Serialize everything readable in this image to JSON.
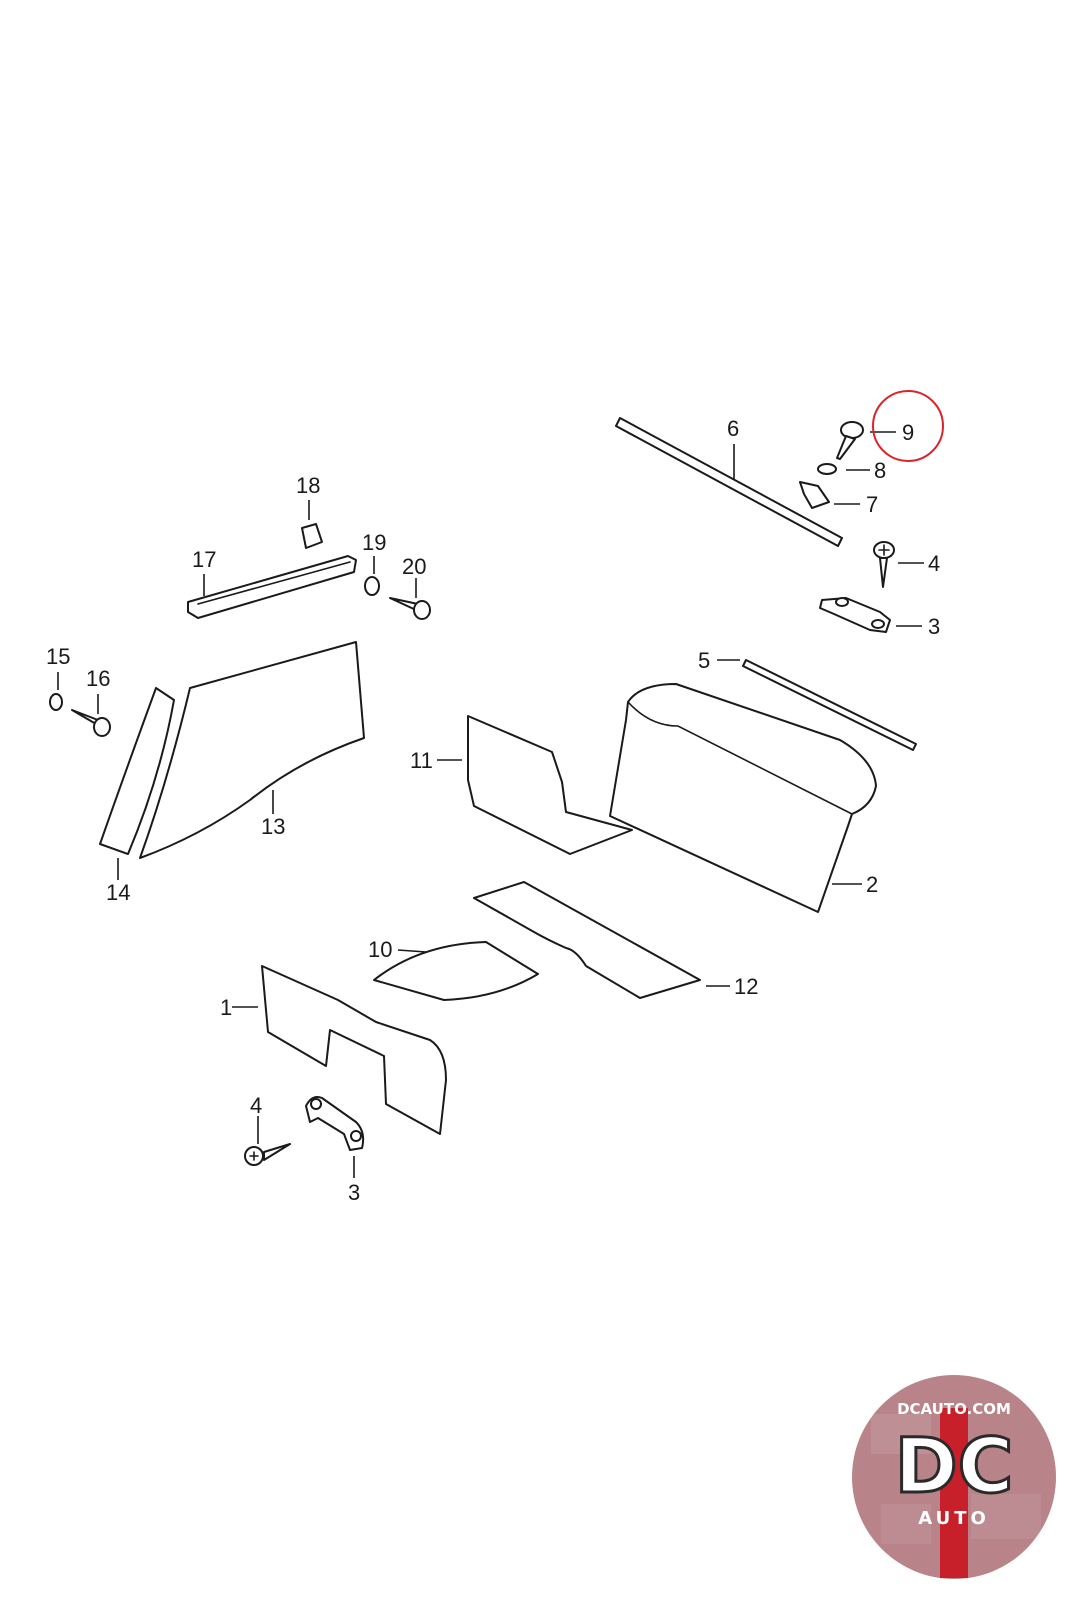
{
  "parts": [
    {
      "id": "label-1",
      "text": "1"
    },
    {
      "id": "label-2",
      "text": "2"
    },
    {
      "id": "label-3a",
      "text": "3"
    },
    {
      "id": "label-3b",
      "text": "3"
    },
    {
      "id": "label-4a",
      "text": "4"
    },
    {
      "id": "label-4b",
      "text": "4"
    },
    {
      "id": "label-5",
      "text": "5"
    },
    {
      "id": "label-6",
      "text": "6"
    },
    {
      "id": "label-7",
      "text": "7"
    },
    {
      "id": "label-8",
      "text": "8"
    },
    {
      "id": "label-9",
      "text": "9"
    },
    {
      "id": "label-10",
      "text": "10"
    },
    {
      "id": "label-11",
      "text": "11"
    },
    {
      "id": "label-12",
      "text": "12"
    },
    {
      "id": "label-13",
      "text": "13"
    },
    {
      "id": "label-14",
      "text": "14"
    },
    {
      "id": "label-15",
      "text": "15"
    },
    {
      "id": "label-16",
      "text": "16"
    },
    {
      "id": "label-17",
      "text": "17"
    },
    {
      "id": "label-18",
      "text": "18"
    },
    {
      "id": "label-19",
      "text": "19"
    },
    {
      "id": "label-20",
      "text": "20"
    }
  ],
  "highlight": {
    "part": "9",
    "color": "#d8262c"
  },
  "logo": {
    "site": "DCAUTO.COM",
    "mark": "DC",
    "sub": "AUTO",
    "colors": {
      "ring": "#b8848a",
      "accent": "#c8202a",
      "dark": "#2a2a2a"
    }
  }
}
